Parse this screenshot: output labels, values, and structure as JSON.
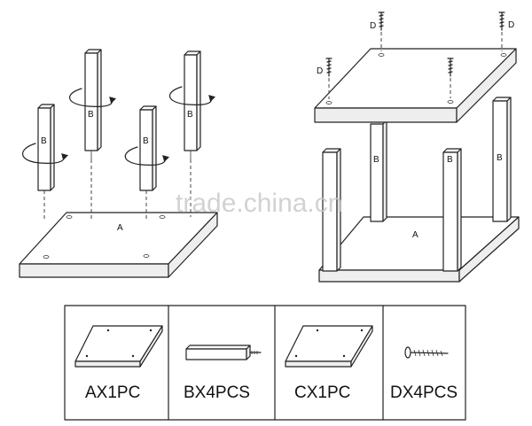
{
  "parts": {
    "a": "A",
    "b": "B",
    "d": "D"
  },
  "watermark": "trade.china.cn",
  "legend": [
    {
      "label": "AX1PC"
    },
    {
      "label": "BX4PCS"
    },
    {
      "label": "CX1PC"
    },
    {
      "label": "DX4PCS"
    }
  ],
  "colors": {
    "line": "#222222",
    "panel_fill": "#ffffff",
    "shade_fill": "#eeeeee",
    "watermark": "#c8c8c8"
  }
}
